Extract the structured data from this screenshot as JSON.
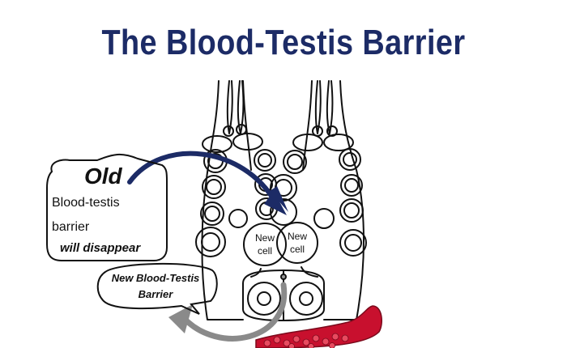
{
  "title": "The Blood-Testis Barrier",
  "old_note": {
    "heading": "Old",
    "line1": "Blood-testis",
    "line2": "barrier",
    "line3": "will disappear"
  },
  "new_note": {
    "line1": "New Blood-Testis",
    "line2": "Barrier"
  },
  "cells": [
    {
      "line1": "New",
      "line2": "cell"
    },
    {
      "line1": "New",
      "line2": "cell"
    }
  ],
  "colors": {
    "title": "#1c2b66",
    "arrow_old": "#1c2b66",
    "arrow_new": "#8a8a8a",
    "blood_vessel": "#c8102e",
    "outline": "#111111"
  }
}
